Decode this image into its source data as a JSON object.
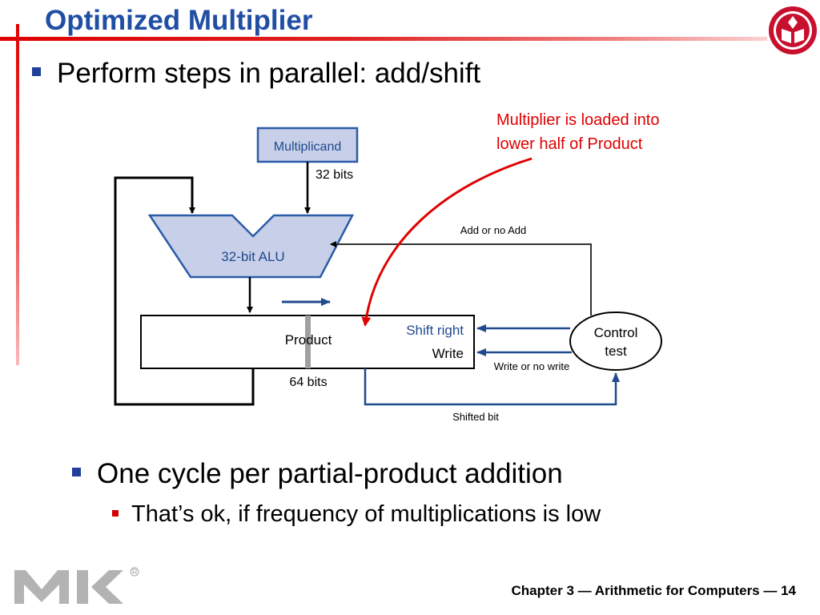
{
  "slide": {
    "title": "Optimized Multiplier",
    "bullets": [
      "Perform steps in parallel: add/shift",
      "One cycle per partial-product addition"
    ],
    "sub_bullets": [
      "That’s ok, if frequency of multiplications is low"
    ],
    "footer": "Chapter 3 — Arithmetic for Computers — 14"
  },
  "diagram": {
    "multiplicand_label": "Multiplicand",
    "multiplicand_width": "32 bits",
    "alu_label": "32-bit ALU",
    "product_label": "Product",
    "product_width": "64 bits",
    "shift_right_label": "Shift right",
    "write_label": "Write",
    "control_label_line1": "Control",
    "control_label_line2": "test",
    "add_signal": "Add or no Add",
    "write_signal": "Write or no write",
    "shifted_bit": "Shifted bit",
    "annotation_line1": "Multiplier is loaded into",
    "annotation_line2": "lower half of Product"
  },
  "colors": {
    "title": "#1f4ea3",
    "box_fill": "#c8cfe8",
    "box_stroke": "#2b5ba8",
    "signal_blue": "#1f4a8e",
    "annotation_red": "#e00000"
  },
  "icons": {
    "publisher_logo": "mk-logo",
    "university_logo": "seal-icon"
  }
}
